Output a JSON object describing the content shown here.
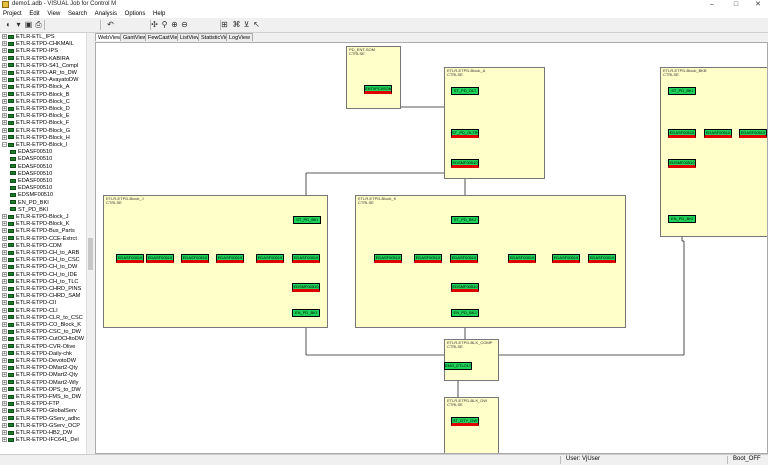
{
  "window": {
    "title": "demo1.adb - VISUAL Job for Control M",
    "minimize": "–",
    "maximize": "□",
    "close": "✕"
  },
  "menu": [
    "Project",
    "Edit",
    "View",
    "Search",
    "Analysis",
    "Options",
    "Help"
  ],
  "toolbar_icons": [
    "open-icon",
    "dropdown-icon",
    "save-icon",
    "print-icon",
    "undo-icon",
    "search-icon",
    "zoom-in-icon",
    "zoom-out-icon",
    "zoom-fit-icon",
    "layout-icon",
    "tree-icon",
    "filter-icon",
    "pointer-icon"
  ],
  "toolbar_glyphs": [
    "◐",
    "▾",
    "▣",
    "⎙",
    "↶",
    "✣",
    "⚲",
    "⊕",
    "⊖",
    "⊞",
    "⌘",
    "⊻",
    "↖"
  ],
  "tabs": [
    "WebView",
    "GantView",
    "FewCastView",
    "ListView",
    "StatisticView",
    "LogView"
  ],
  "tree": [
    {
      "label": "ETLR-ETL_IPS",
      "exp": "+",
      "indent": 0
    },
    {
      "label": "ETLR-ETPD-CHKMAIL",
      "exp": "+",
      "indent": 0
    },
    {
      "label": "ETLR-ETPD-IPS",
      "exp": "+",
      "indent": 0
    },
    {
      "label": "ETLR-ETPD-KABIRA",
      "exp": "+",
      "indent": 0
    },
    {
      "label": "ETLR-ETPD-S41_Compl",
      "exp": "+",
      "indent": 0
    },
    {
      "label": "ETLR-ETPD-AR_to_DW",
      "exp": "+",
      "indent": 0
    },
    {
      "label": "ETLR-ETPD-AvayatoDW",
      "exp": "+",
      "indent": 0
    },
    {
      "label": "ETLR-ETPD-Block_A",
      "exp": "+",
      "indent": 0
    },
    {
      "label": "ETLR-ETPD-Block_B",
      "exp": "+",
      "indent": 0
    },
    {
      "label": "ETLR-ETPD-Block_C",
      "exp": "+",
      "indent": 0
    },
    {
      "label": "ETLR-ETPD-Block_D",
      "exp": "+",
      "indent": 0
    },
    {
      "label": "ETLR-ETPD-Block_E",
      "exp": "+",
      "indent": 0
    },
    {
      "label": "ETLR-ETPD-Block_F",
      "exp": "+",
      "indent": 0
    },
    {
      "label": "ETLR-ETPD-Block_G",
      "exp": "+",
      "indent": 0
    },
    {
      "label": "ETLR-ETPD-Block_H",
      "exp": "+",
      "indent": 0
    },
    {
      "label": "ETLR-ETPD-Block_I",
      "exp": "−",
      "indent": 0
    },
    {
      "label": "EDASF00510",
      "exp": "",
      "indent": 1
    },
    {
      "label": "EDASF00510",
      "exp": "",
      "indent": 1
    },
    {
      "label": "EDASF00510",
      "exp": "",
      "indent": 1
    },
    {
      "label": "EDASF00510",
      "exp": "",
      "indent": 1
    },
    {
      "label": "EDASF00510",
      "exp": "",
      "indent": 1
    },
    {
      "label": "EDASF00510",
      "exp": "",
      "indent": 1
    },
    {
      "label": "EDSMF00510",
      "exp": "",
      "indent": 1
    },
    {
      "label": "EN_PD_BKI",
      "exp": "",
      "indent": 1
    },
    {
      "label": "ST_PD_BKI",
      "exp": "",
      "indent": 1
    },
    {
      "label": "ETLR-ETPD-Block_J",
      "exp": "+",
      "indent": 0
    },
    {
      "label": "ETLR-ETPD-Block_K",
      "exp": "+",
      "indent": 0
    },
    {
      "label": "ETLR-ETPD-Bus_Parts",
      "exp": "+",
      "indent": 0
    },
    {
      "label": "ETLR-ETPD-CCE-Extrct",
      "exp": "+",
      "indent": 0
    },
    {
      "label": "ETLR-ETPD-CDM",
      "exp": "+",
      "indent": 0
    },
    {
      "label": "ETLR-ETPD-CH_to_ARB",
      "exp": "+",
      "indent": 0
    },
    {
      "label": "ETLR-ETPD-CH_to_CSC",
      "exp": "+",
      "indent": 0
    },
    {
      "label": "ETLR-ETPD-CH_to_DW",
      "exp": "+",
      "indent": 0
    },
    {
      "label": "ETLR-ETPD-CH_to_IDE",
      "exp": "+",
      "indent": 0
    },
    {
      "label": "ETLR-ETPD-CH_to_TLC",
      "exp": "+",
      "indent": 0
    },
    {
      "label": "ETLR-ETPD-CHRD_PINS",
      "exp": "+",
      "indent": 0
    },
    {
      "label": "ETLR-ETPD-CHRD_SAM",
      "exp": "+",
      "indent": 0
    },
    {
      "label": "ETLR-ETPD-CII",
      "exp": "+",
      "indent": 0
    },
    {
      "label": "ETLR-ETPD-CLI",
      "exp": "+",
      "indent": 0
    },
    {
      "label": "ETLR-ETPD-CLR_to_CSC",
      "exp": "+",
      "indent": 0
    },
    {
      "label": "ETLR-ETPD-CO_Block_K",
      "exp": "+",
      "indent": 0
    },
    {
      "label": "ETLR-ETPD-CSC_to_DW",
      "exp": "+",
      "indent": 0
    },
    {
      "label": "ETLR-ETPD-CutOCHtoDW",
      "exp": "+",
      "indent": 0
    },
    {
      "label": "ETLR-ETPD-CVR-Olive",
      "exp": "+",
      "indent": 0
    },
    {
      "label": "ETLR-ETPD-Daily-chk",
      "exp": "+",
      "indent": 0
    },
    {
      "label": "ETLR-ETPD-DevotoDW",
      "exp": "+",
      "indent": 0
    },
    {
      "label": "ETLR-ETPD-DMart2-Qty",
      "exp": "+",
      "indent": 0
    },
    {
      "label": "ETLR-ETPD-DMart2-Qty",
      "exp": "+",
      "indent": 0
    },
    {
      "label": "ETLR-ETPD-DMart2-Wly",
      "exp": "+",
      "indent": 0
    },
    {
      "label": "ETLR-ETPD-DPS_to_DW",
      "exp": "+",
      "indent": 0
    },
    {
      "label": "ETLR-ETPD-FMS_to_DW",
      "exp": "+",
      "indent": 0
    },
    {
      "label": "ETLR-ETPD-FTP",
      "exp": "+",
      "indent": 0
    },
    {
      "label": "ETLR-ETPD-GlobalServ",
      "exp": "+",
      "indent": 0
    },
    {
      "label": "ETLR-ETPD-GServ_adhc",
      "exp": "+",
      "indent": 0
    },
    {
      "label": "ETLR-ETPD-GServ_OCP",
      "exp": "+",
      "indent": 0
    },
    {
      "label": "ETLR-ETPD-HB2_DW",
      "exp": "+",
      "indent": 0
    },
    {
      "label": "ETLR-ETPD-IFC641_Del",
      "exp": "+",
      "indent": 0
    }
  ],
  "groups": [
    {
      "id": "g-top-small",
      "title": "PD_ENT-SOM\nCTRLSE"
    },
    {
      "id": "g-block-a",
      "title": "ETLR-ETPD-Block_A\nCTRLSE"
    },
    {
      "id": "g-block-bkb",
      "title": "ETLR-ETPD-Block_BKB\nCTRLSE"
    },
    {
      "id": "g-block-j",
      "title": "ETLR-ETPD-Block_J\nCTRLSE"
    },
    {
      "id": "g-block-k",
      "title": "ETLR-ETPD-Block_K\nCTRLSE"
    },
    {
      "id": "g-comp",
      "title": "ETLR-ETPD-BLK_COMP\nCTRLSE"
    },
    {
      "id": "g-dw",
      "title": "ETLR-ETPD-BLK_DW\nCTRLSE"
    }
  ],
  "jobs": [
    {
      "label": "ENT0PC0SOM",
      "red": true
    },
    {
      "label": "ST_PD_OLT",
      "red": false
    },
    {
      "label": "ST_PD_OLTRC",
      "red": true
    },
    {
      "label": "EDSMF00510",
      "red": true
    },
    {
      "label": "ST_PD_BKI",
      "red": false
    },
    {
      "label": "EDASF00510",
      "red": true
    },
    {
      "label": "EDASF00510",
      "red": true
    },
    {
      "label": "EDASF00510",
      "red": true
    },
    {
      "label": "EDSMF00510",
      "red": true
    },
    {
      "label": "EN_PD_BKI",
      "red": false
    },
    {
      "label": "ST_PD_BKI",
      "red": false
    },
    {
      "label": "EDASF00510",
      "red": true
    },
    {
      "label": "EDASF00510",
      "red": true
    },
    {
      "label": "EDASF00510",
      "red": true
    },
    {
      "label": "EDASF00510",
      "red": true
    },
    {
      "label": "EDASF00510",
      "red": true
    },
    {
      "label": "EDASF00510",
      "red": true
    },
    {
      "label": "EDSMF00510",
      "red": true
    },
    {
      "label": "EN_PD_BKI",
      "red": false
    },
    {
      "label": "ST_PD_BKJ",
      "red": false
    },
    {
      "label": "EDASF00510",
      "red": true
    },
    {
      "label": "EDASF00510",
      "red": true
    },
    {
      "label": "EDASF00510",
      "red": true
    },
    {
      "label": "EDASF00510",
      "red": true
    },
    {
      "label": "EDASF00510",
      "red": true
    },
    {
      "label": "EDASF00510",
      "red": true
    },
    {
      "label": "EDSMF00510",
      "red": true
    },
    {
      "label": "EN_PD_BKJ",
      "red": false
    },
    {
      "label": "EMO_ETLOLT",
      "red": false
    },
    {
      "label": "ST_DTY_DW",
      "red": true
    }
  ],
  "status": {
    "user": "User: VjUser",
    "boot": "Boot_OFF"
  }
}
